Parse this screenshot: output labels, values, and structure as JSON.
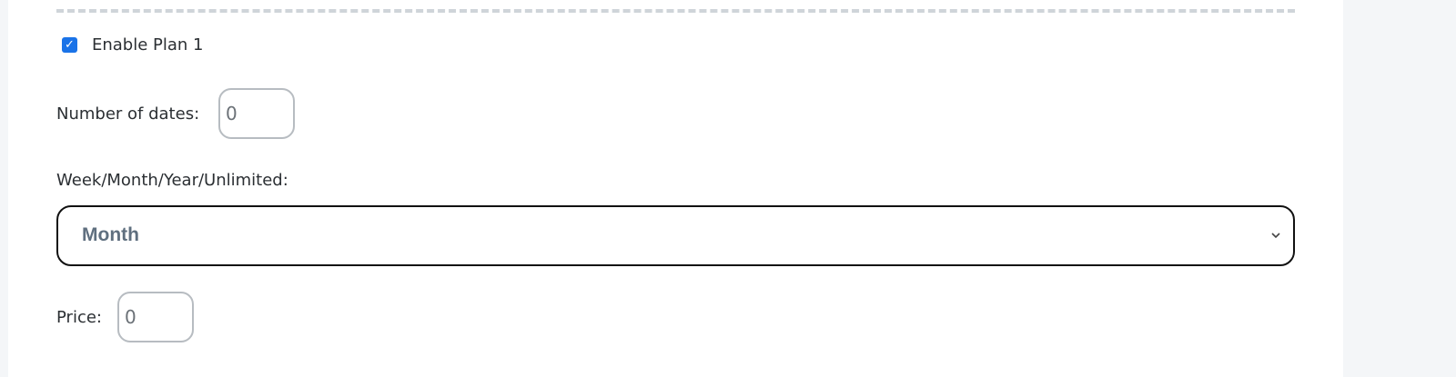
{
  "plan": {
    "enable_label": "Enable Plan 1",
    "enabled": true
  },
  "dates": {
    "label": "Number of dates:",
    "value": "0"
  },
  "period": {
    "label": "Week/Month/Year/Unlimited:",
    "selected": "Month"
  },
  "price": {
    "label": "Price:",
    "value": "0"
  },
  "colors": {
    "checkbox_accent": "#1a73e8",
    "select_border": "#111111",
    "input_border": "#b7bcc1",
    "divider": "#cfd4d9"
  },
  "icons": {
    "checkbox": "check-icon",
    "select_arrow": "chevron-down-icon"
  }
}
